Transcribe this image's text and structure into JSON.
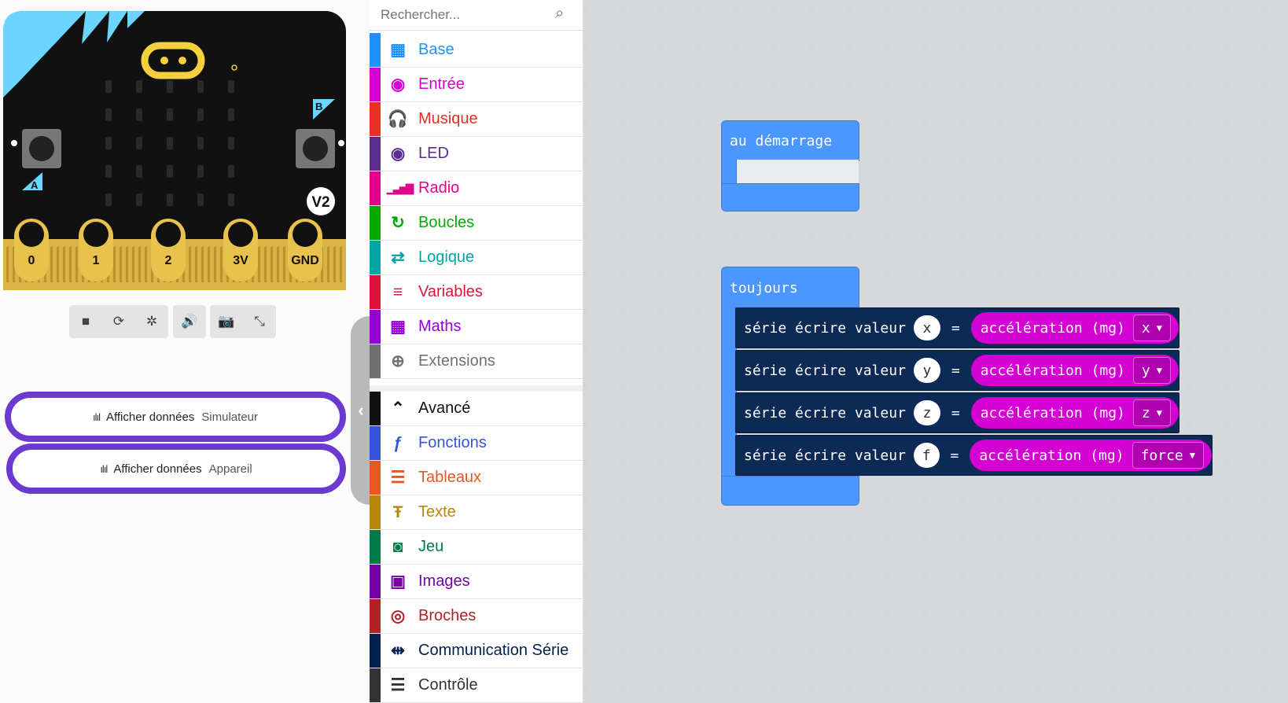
{
  "simulator": {
    "board_badge": "V2",
    "button_a": "A",
    "button_b": "B",
    "pins": [
      "0",
      "1",
      "2",
      "3V",
      "GND"
    ],
    "controls": [
      {
        "name": "stop-icon",
        "glyph": "■"
      },
      {
        "name": "restart-icon",
        "glyph": "⟳"
      },
      {
        "name": "debug-icon",
        "glyph": "✲"
      },
      {
        "name": "sound-icon",
        "glyph": "🔊"
      },
      {
        "name": "screenshot-icon",
        "glyph": "📷"
      },
      {
        "name": "fullscreen-icon",
        "glyph": "⤡"
      }
    ],
    "data_buttons": [
      {
        "label": "Afficher données",
        "sub": "Simulateur",
        "bars": "ılıl"
      },
      {
        "label": "Afficher données",
        "sub": "Appareil",
        "bars": "ılıl"
      }
    ],
    "collapse_glyph": "‹"
  },
  "toolbox": {
    "search_placeholder": "Rechercher...",
    "search_icon": "search-icon",
    "categories": [
      {
        "label": "Base",
        "color": "#1e90ff",
        "icon": "grid-icon",
        "glyph": "▦"
      },
      {
        "label": "Entrée",
        "color": "#d400d4",
        "icon": "input-icon",
        "glyph": "◉"
      },
      {
        "label": "Musique",
        "color": "#e63022",
        "icon": "headphones-icon",
        "glyph": "🎧"
      },
      {
        "label": "LED",
        "color": "#5c2d91",
        "icon": "toggle-icon",
        "glyph": "◉"
      },
      {
        "label": "Radio",
        "color": "#e3008c",
        "icon": "signal-icon",
        "glyph": "▁▃▅▇"
      },
      {
        "label": "Boucles",
        "color": "#00aa00",
        "icon": "refresh-icon",
        "glyph": "↻"
      },
      {
        "label": "Logique",
        "color": "#00a4a6",
        "icon": "shuffle-icon",
        "glyph": "⇄"
      },
      {
        "label": "Variables",
        "color": "#dc143c",
        "icon": "list-icon",
        "glyph": "≡"
      },
      {
        "label": "Maths",
        "color": "#9400d3",
        "icon": "calculator-icon",
        "glyph": "▦"
      },
      {
        "label": "Extensions",
        "color": "#717171",
        "icon": "plus-circle-icon",
        "glyph": "⊕"
      },
      {
        "label": "Avancé",
        "color": "#111111",
        "icon": "chevron-up-icon",
        "glyph": "⌃"
      },
      {
        "label": "Fonctions",
        "color": "#3455db",
        "icon": "function-icon",
        "glyph": "ƒ"
      },
      {
        "label": "Tableaux",
        "color": "#e65722",
        "icon": "array-icon",
        "glyph": "☰"
      },
      {
        "label": "Texte",
        "color": "#b8860b",
        "icon": "text-icon",
        "glyph": "Ŧ"
      },
      {
        "label": "Jeu",
        "color": "#007a4b",
        "icon": "gamepad-icon",
        "glyph": "◙"
      },
      {
        "label": "Images",
        "color": "#7600a8",
        "icon": "image-icon",
        "glyph": "▣"
      },
      {
        "label": "Broches",
        "color": "#b22222",
        "icon": "target-icon",
        "glyph": "◎"
      },
      {
        "label": "Communication Série",
        "color": "#002050",
        "icon": "usb-icon",
        "glyph": "⇹"
      },
      {
        "label": "Contrôle",
        "color": "#333333",
        "icon": "server-icon",
        "glyph": "☰"
      }
    ]
  },
  "workspace": {
    "on_start": {
      "label": "au démarrage"
    },
    "forever": {
      "label": "toujours"
    },
    "statements": [
      {
        "text": "série écrire valeur",
        "name": "x",
        "eq": "=",
        "fn": "accélération (mg)",
        "dd": "x"
      },
      {
        "text": "série écrire valeur",
        "name": "y",
        "eq": "=",
        "fn": "accélération (mg)",
        "dd": "y"
      },
      {
        "text": "série écrire valeur",
        "name": "z",
        "eq": "=",
        "fn": "accélération (mg)",
        "dd": "z"
      },
      {
        "text": "série écrire valeur",
        "name": "f",
        "eq": "=",
        "fn": "accélération (mg)",
        "dd": "force"
      }
    ]
  }
}
